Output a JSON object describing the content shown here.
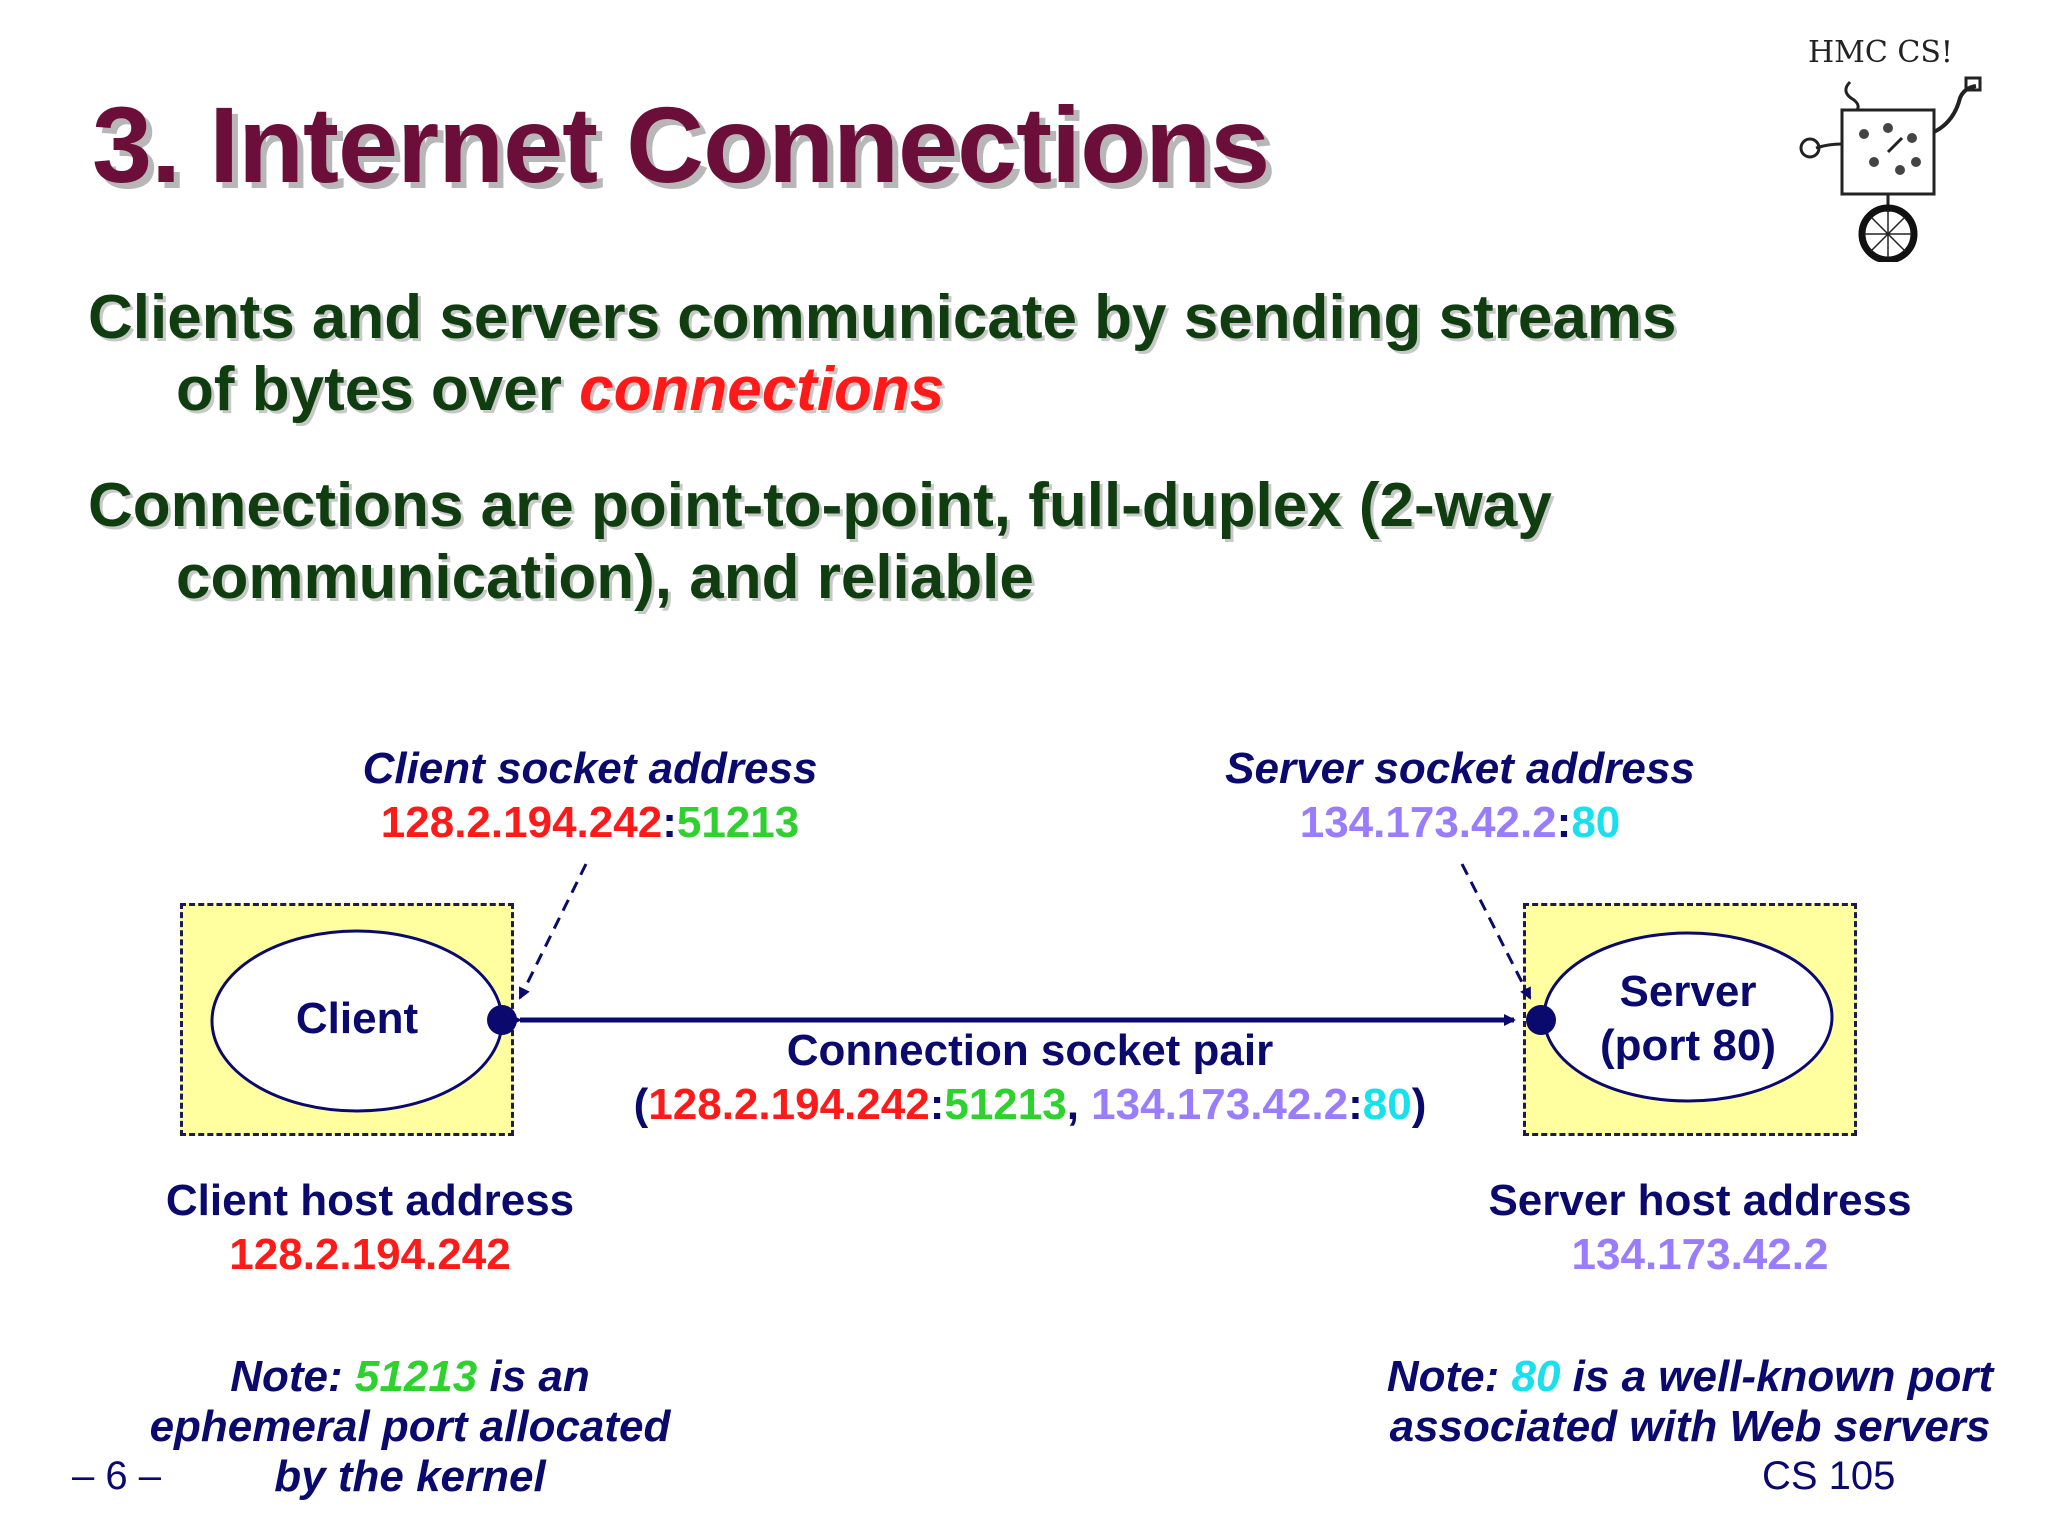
{
  "slide": {
    "title": "3. Internet Connections",
    "bullet1": {
      "line1": "Clients and servers communicate by sending streams",
      "line2_prefix": "of bytes over ",
      "line2_highlight": "connections"
    },
    "bullet2": {
      "line1": "Connections are point-to-point, full-duplex (2-way",
      "line2": "communication), and reliable"
    }
  },
  "logo": {
    "text": "HMC CS!"
  },
  "diagram": {
    "client_socket": {
      "heading": "Client socket address",
      "ip": "128.2.194.242",
      "sep": ":",
      "port": "51213"
    },
    "server_socket": {
      "heading": "Server socket address",
      "ip": "134.173.42.2",
      "sep": ":",
      "port": "80"
    },
    "client_node": {
      "label": "Client"
    },
    "server_node": {
      "line1": "Server",
      "line2": "(port 80)"
    },
    "pair": {
      "heading": "Connection socket pair",
      "open": "(",
      "client_ip": "128.2.194.242",
      "sep1": ":",
      "client_port": "51213",
      "comma": ", ",
      "server_ip": "134.173.42.2",
      "sep2": ":",
      "server_port": "80",
      "close": ")"
    },
    "client_host": {
      "heading": "Client host address",
      "ip": "128.2.194.242"
    },
    "server_host": {
      "heading": "Server host address",
      "ip": "134.173.42.2"
    },
    "client_note": {
      "prefix": "Note: ",
      "port": "51213",
      "rest1": " is an",
      "line2": "ephemeral port allocated",
      "line3": "by the kernel"
    },
    "server_note": {
      "prefix": "Note: ",
      "port": "80",
      "rest1": " is a well-known port",
      "line2": "associated with Web servers"
    }
  },
  "footer": {
    "slide_number": "– 6 –",
    "course": "CS 105"
  },
  "colors": {
    "title": "#6b0f3a",
    "bullet": "#0f3d10",
    "highlight": "#ff1a1a",
    "navy": "#0a0a6e",
    "client_ip": "#ff1a1a",
    "client_port": "#2fd12f",
    "server_ip": "#9a7dff",
    "server_port": "#19e0ee",
    "host_box": "#ffff9f"
  }
}
